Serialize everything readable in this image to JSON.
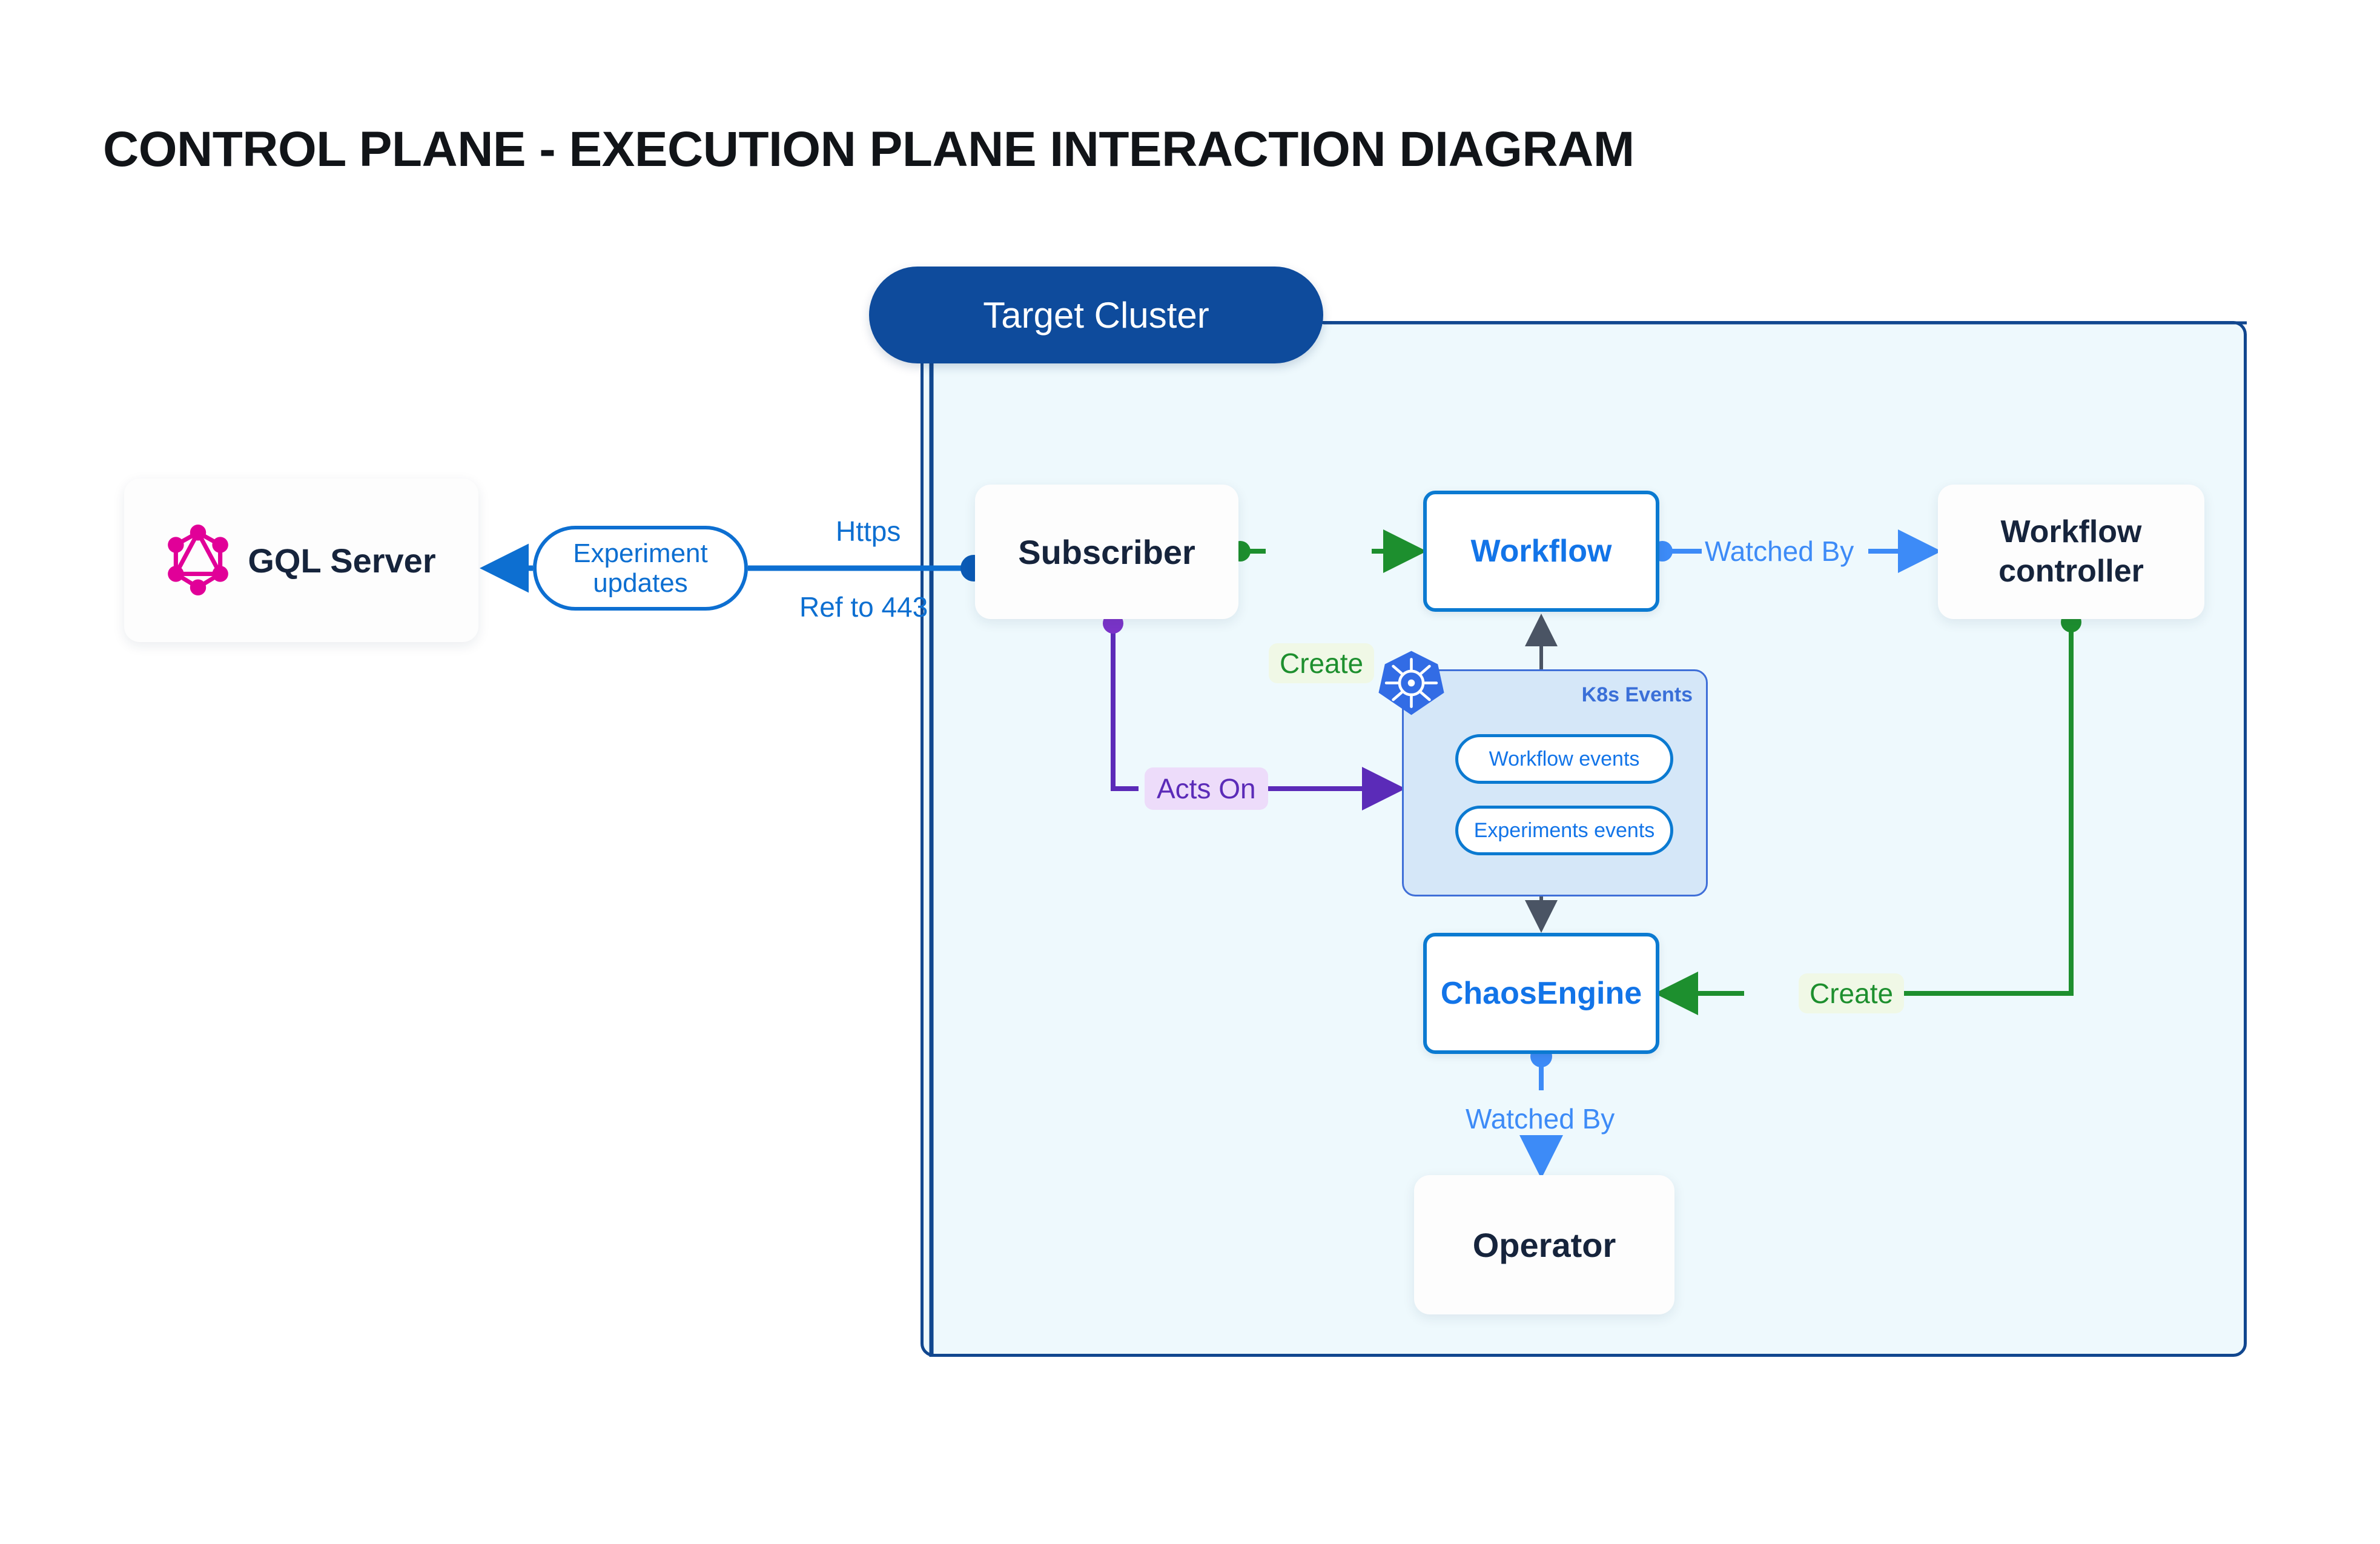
{
  "title": "CONTROL PLANE - EXECUTION PLANE INTERACTION DIAGRAM",
  "cluster": {
    "label": "Target Cluster"
  },
  "nodes": {
    "gql_server": "GQL Server",
    "subscriber": "Subscriber",
    "workflow": "Workflow",
    "workflow_controller": "Workflow\ncontroller",
    "workflow_controller_line1": "Workflow",
    "workflow_controller_line2": "controller",
    "chaosengine": "ChaosEngine",
    "operator": "Operator"
  },
  "k8s_group": {
    "title": "K8s Events",
    "items": [
      "Workflow events",
      "Experiments events"
    ],
    "logo": "kubernetes-icon"
  },
  "edge_labels": {
    "experiment_updates_line1": "Experiment",
    "experiment_updates_line2": "updates",
    "https": "Https",
    "ref_to_443": "Ref to 443",
    "create_workflow": "Create",
    "create_chaosengine": "Create",
    "acts_on": "Acts On",
    "watched_by_controller": "Watched By",
    "watched_by_operator": "Watched By"
  },
  "icons": {
    "graphql": "graphql-icon",
    "kubernetes": "kubernetes-icon"
  },
  "colors": {
    "cluster_border": "#11478f",
    "cluster_fill": "#eef9fd",
    "cluster_pill": "#0e4b9c",
    "accent_blue": "#0b7ad1",
    "light_blue": "#3d8bf7",
    "green": "#1d8f2e",
    "purple": "#5b2bb8",
    "dark_navy": "#16243c",
    "graphql_pink": "#e10098",
    "kubernetes_blue": "#326ce5",
    "k8s_group_fill": "#d5e7f8",
    "k8s_group_border": "#3f6fd8",
    "node_bg": "#fdfdfd"
  }
}
